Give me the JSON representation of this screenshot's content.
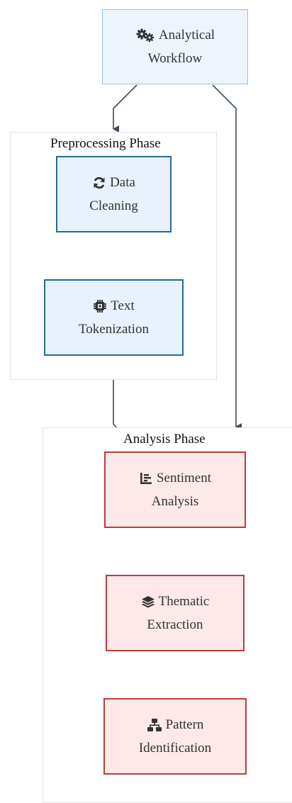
{
  "clusters": {
    "preprocessing": {
      "title": "Preprocessing Phase"
    },
    "analysis": {
      "title": "Analysis Phase"
    }
  },
  "nodes": {
    "root": {
      "line1": "Analytical",
      "line2": "Workflow",
      "icon": "cogs-icon"
    },
    "cleaning": {
      "line1": "Data",
      "line2": "Cleaning",
      "icon": "sync-icon"
    },
    "tokenization": {
      "line1": "Text",
      "line2": "Tokenization",
      "icon": "microchip-icon"
    },
    "sentiment": {
      "line1": "Sentiment",
      "line2": "Analysis",
      "icon": "bar-list-icon"
    },
    "thematic": {
      "line1": "Thematic",
      "line2": "Extraction",
      "icon": "layers-icon"
    },
    "pattern": {
      "line1": "Pattern",
      "line2": "Identification",
      "icon": "sitemap-icon"
    }
  },
  "colors": {
    "edge": "#3c4a5c",
    "preprocessing_fill": "#e8f1fc",
    "preprocessing_border": "#266b94",
    "analysis_fill": "#fde9e9",
    "analysis_border": "#bd3d33",
    "root_fill": "#eef4fb",
    "root_border": "#8fc4e8"
  }
}
